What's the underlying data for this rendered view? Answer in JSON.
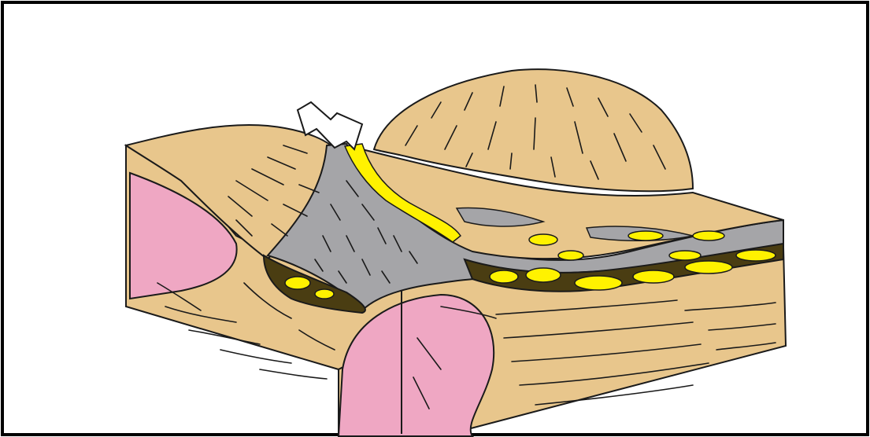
{
  "figure": {
    "description_visible_text": "",
    "colors": {
      "background": "#ffffff",
      "frame": "#000000",
      "tan_sediment": "#e8c68c",
      "pink_intrusion": "#efa7c3",
      "grey_ice_or_flow": "#a5a5a8",
      "yellow_mineral": "#fff200",
      "dark_olive_layer": "#4a3d12",
      "outline": "#1a1a1a"
    },
    "elements": [
      "block-diagram",
      "left-pink-body",
      "bottom-pink-body",
      "right-dome",
      "left-ridge",
      "grey-channel",
      "yellow-veins",
      "dark-basin-layer",
      "direction-arrow"
    ]
  }
}
